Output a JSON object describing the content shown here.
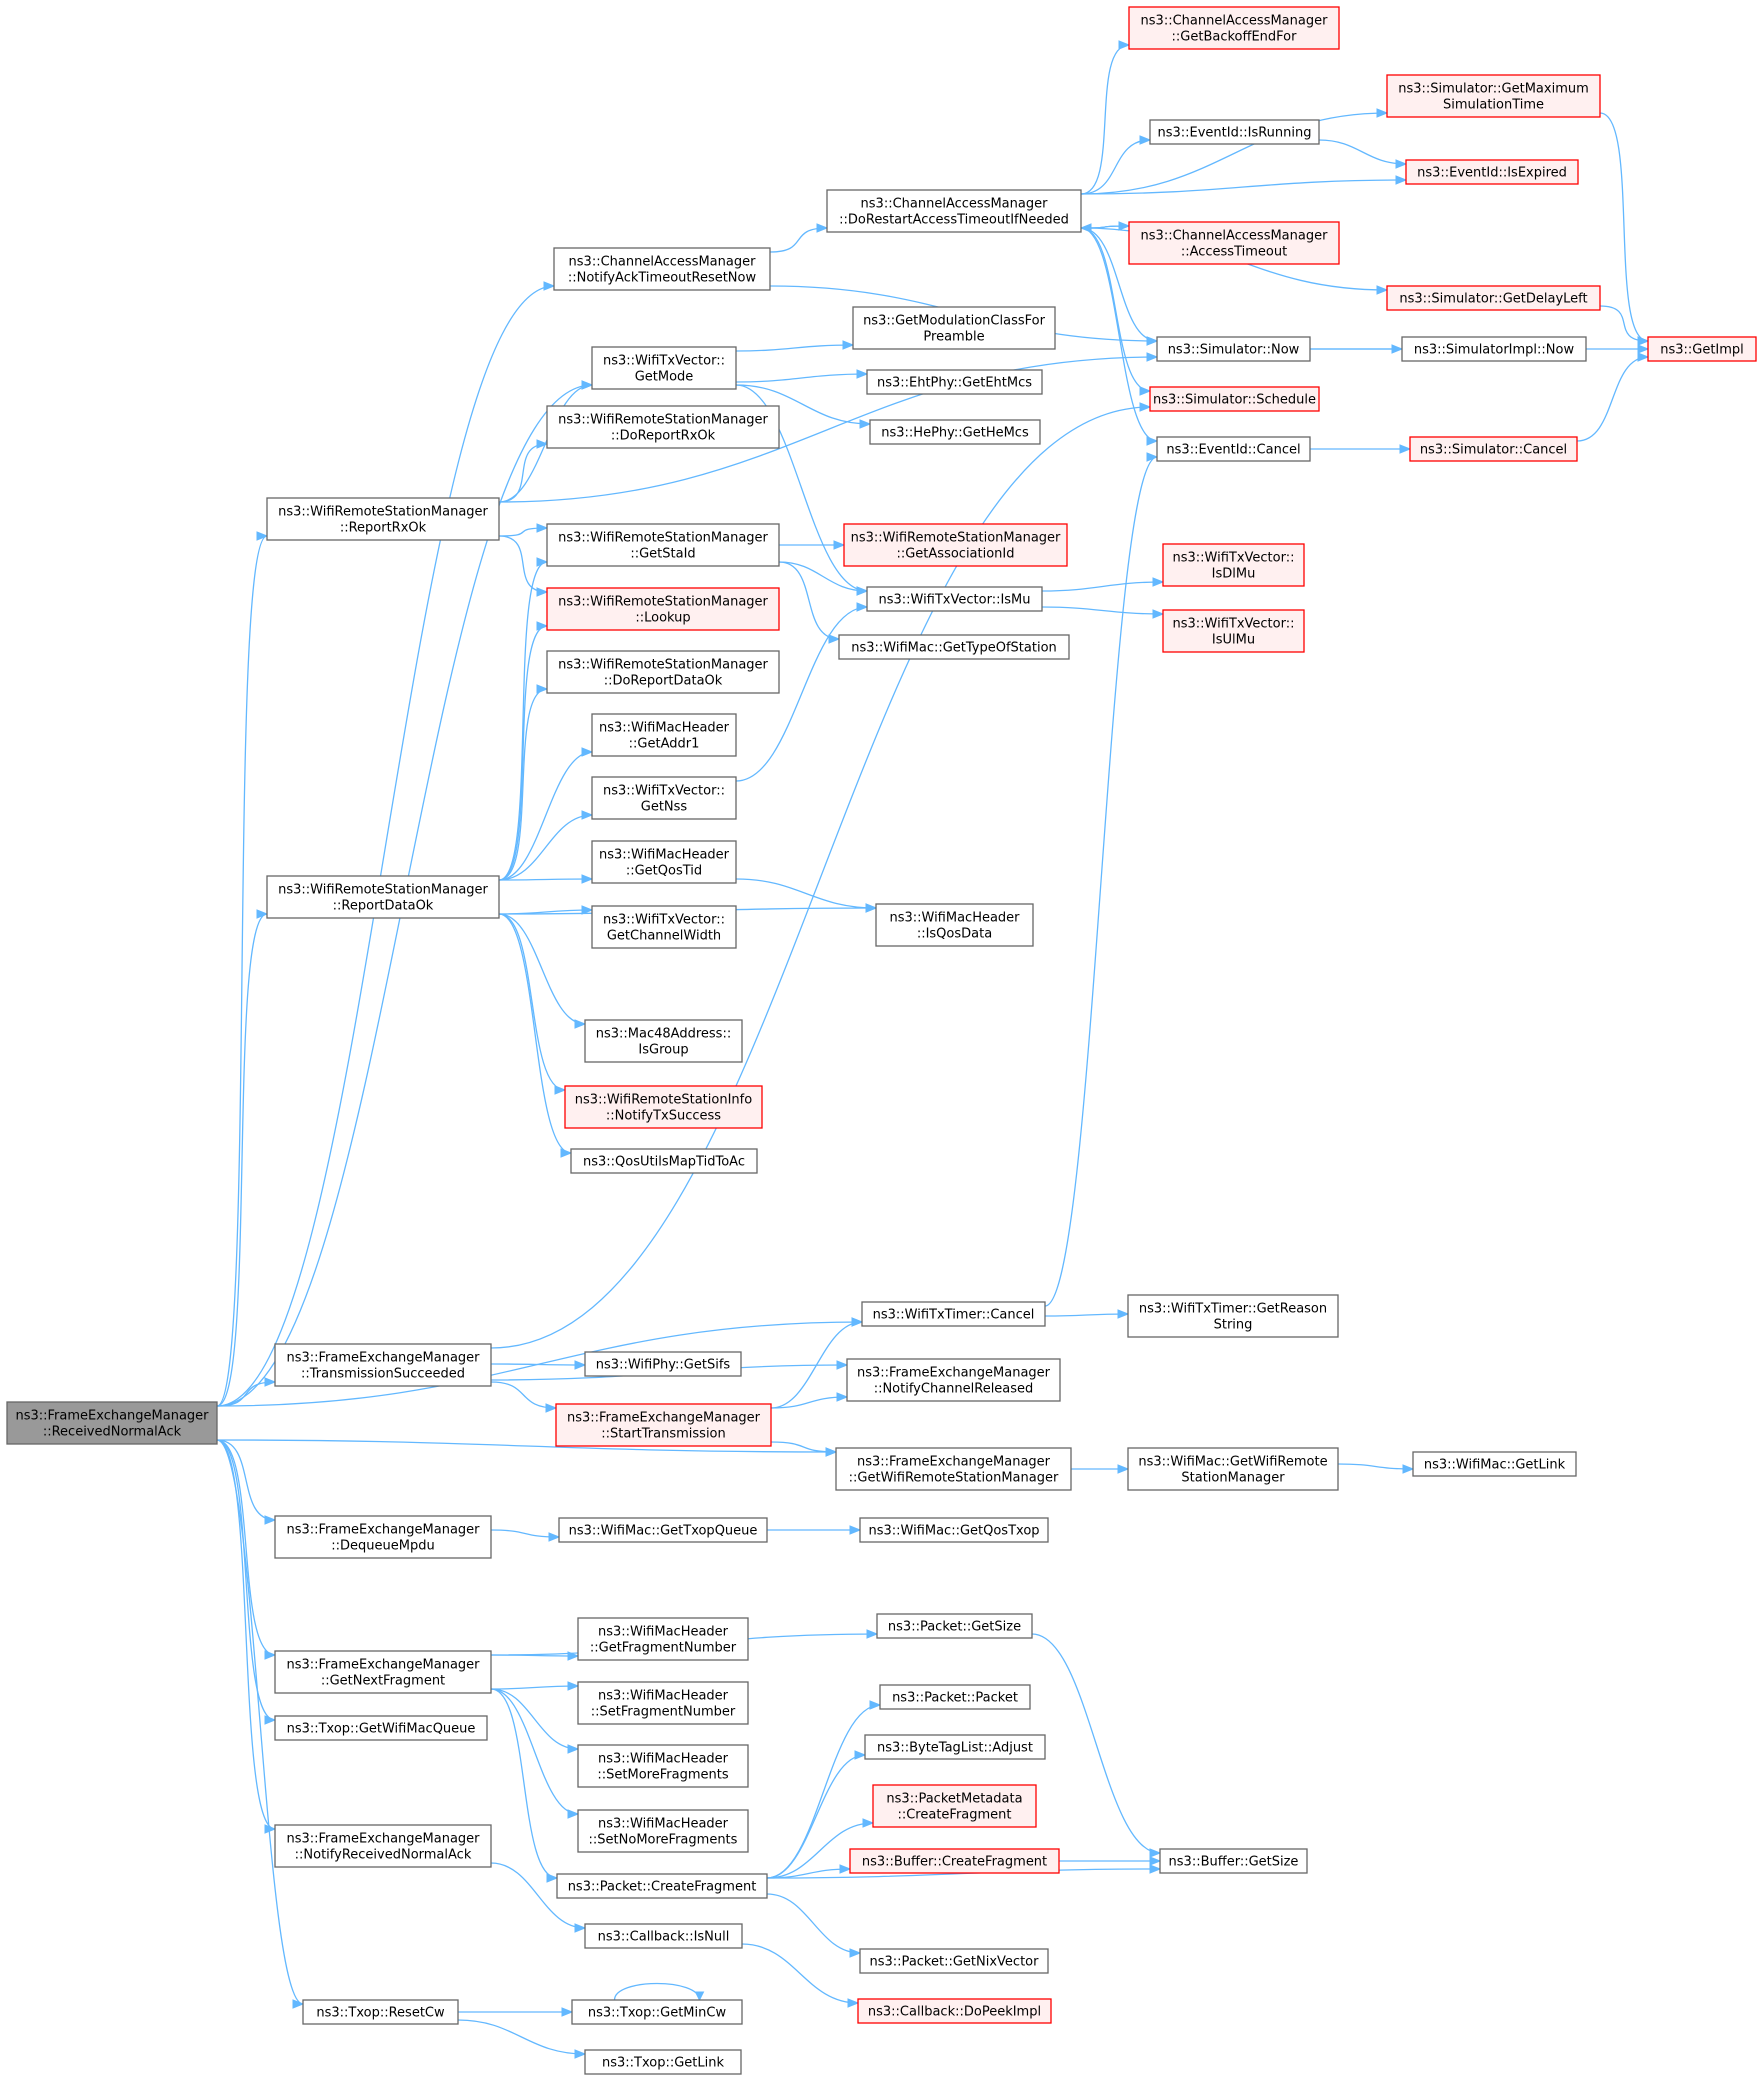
{
  "nodes": {
    "root": {
      "lines": [
        "ns3::FrameExchangeManager",
        "::ReceivedNormalAck"
      ],
      "style": "root"
    },
    "notifyAckTimeoutResetNow": {
      "lines": [
        "ns3::ChannelAccessManager",
        "::NotifyAckTimeoutResetNow"
      ],
      "style": "normal"
    },
    "doRestartAccessTimeoutIfNeeded": {
      "lines": [
        "ns3::ChannelAccessManager",
        "::DoRestartAccessTimeoutIfNeeded"
      ],
      "style": "normal"
    },
    "getBackoffEndFor": {
      "lines": [
        "ns3::ChannelAccessManager",
        "::GetBackoffEndFor"
      ],
      "style": "red"
    },
    "getMaximumSimulationTime": {
      "lines": [
        "ns3::Simulator::GetMaximum",
        "SimulationTime"
      ],
      "style": "red"
    },
    "eventIdIsRunning": {
      "lines": [
        "ns3::EventId::IsRunning"
      ],
      "style": "normal"
    },
    "eventIdIsExpired": {
      "lines": [
        "ns3::EventId::IsExpired"
      ],
      "style": "red"
    },
    "accessTimeout": {
      "lines": [
        "ns3::ChannelAccessManager",
        "::AccessTimeout"
      ],
      "style": "red"
    },
    "getDelayLeft": {
      "lines": [
        "ns3::Simulator::GetDelayLeft"
      ],
      "style": "red"
    },
    "getImpl": {
      "lines": [
        "ns3::GetImpl"
      ],
      "style": "red"
    },
    "simulatorNow": {
      "lines": [
        "ns3::Simulator::Now"
      ],
      "style": "normal"
    },
    "simulatorImplNow": {
      "lines": [
        "ns3::SimulatorImpl::Now"
      ],
      "style": "normal"
    },
    "simulatorSchedule": {
      "lines": [
        "ns3::Simulator::Schedule"
      ],
      "style": "red"
    },
    "eventIdCancel": {
      "lines": [
        "ns3::EventId::Cancel"
      ],
      "style": "normal"
    },
    "simulatorCancel": {
      "lines": [
        "ns3::Simulator::Cancel"
      ],
      "style": "red"
    },
    "txVectorGetMode": {
      "lines": [
        "ns3::WifiTxVector::",
        "GetMode"
      ],
      "style": "normal"
    },
    "getModulationClassForPreamble": {
      "lines": [
        "ns3::GetModulationClassFor",
        "Preamble"
      ],
      "style": "normal"
    },
    "getEhtMcs": {
      "lines": [
        "ns3::EhtPhy::GetEhtMcs"
      ],
      "style": "normal"
    },
    "getHeMcs": {
      "lines": [
        "ns3::HePhy::GetHeMcs"
      ],
      "style": "normal"
    },
    "doReportRxOk": {
      "lines": [
        "ns3::WifiRemoteStationManager",
        "::DoReportRxOk"
      ],
      "style": "normal"
    },
    "reportRxOk": {
      "lines": [
        "ns3::WifiRemoteStationManager",
        "::ReportRxOk"
      ],
      "style": "normal"
    },
    "getStaId": {
      "lines": [
        "ns3::WifiRemoteStationManager",
        "::GetStaId"
      ],
      "style": "normal"
    },
    "getAssociationId": {
      "lines": [
        "ns3::WifiRemoteStationManager",
        "::GetAssociationId"
      ],
      "style": "red"
    },
    "txVectorIsMu": {
      "lines": [
        "ns3::WifiTxVector::IsMu"
      ],
      "style": "normal"
    },
    "isDlMu": {
      "lines": [
        "ns3::WifiTxVector::",
        "IsDlMu"
      ],
      "style": "red"
    },
    "isUlMu": {
      "lines": [
        "ns3::WifiTxVector::",
        "IsUlMu"
      ],
      "style": "red"
    },
    "lookup": {
      "lines": [
        "ns3::WifiRemoteStationManager",
        "::Lookup"
      ],
      "style": "red"
    },
    "getTypeOfStation": {
      "lines": [
        "ns3::WifiMac::GetTypeOfStation"
      ],
      "style": "normal"
    },
    "doReportDataOk": {
      "lines": [
        "ns3::WifiRemoteStationManager",
        "::DoReportDataOk"
      ],
      "style": "normal"
    },
    "getAddr1": {
      "lines": [
        "ns3::WifiMacHeader",
        "::GetAddr1"
      ],
      "style": "normal"
    },
    "getNss": {
      "lines": [
        "ns3::WifiTxVector::",
        "GetNss"
      ],
      "style": "normal"
    },
    "getQosTid": {
      "lines": [
        "ns3::WifiMacHeader",
        "::GetQosTid"
      ],
      "style": "normal"
    },
    "reportDataOk": {
      "lines": [
        "ns3::WifiRemoteStationManager",
        "::ReportDataOk"
      ],
      "style": "normal"
    },
    "isQosData": {
      "lines": [
        "ns3::WifiMacHeader",
        "::IsQosData"
      ],
      "style": "normal"
    },
    "getChannelWidth": {
      "lines": [
        "ns3::WifiTxVector::",
        "GetChannelWidth"
      ],
      "style": "normal"
    },
    "isGroup": {
      "lines": [
        "ns3::Mac48Address::",
        "IsGroup"
      ],
      "style": "normal"
    },
    "notifyTxSuccess": {
      "lines": [
        "ns3::WifiRemoteStationInfo",
        "::NotifyTxSuccess"
      ],
      "style": "red"
    },
    "qosUtilsMapTidToAc": {
      "lines": [
        "ns3::QosUtilsMapTidToAc"
      ],
      "style": "normal"
    },
    "txTimerCancel": {
      "lines": [
        "ns3::WifiTxTimer::Cancel"
      ],
      "style": "normal"
    },
    "getReasonString": {
      "lines": [
        "ns3::WifiTxTimer::GetReason",
        "String"
      ],
      "style": "normal"
    },
    "transmissionSucceeded": {
      "lines": [
        "ns3::FrameExchangeManager",
        "::TransmissionSucceeded"
      ],
      "style": "normal"
    },
    "getSifs": {
      "lines": [
        "ns3::WifiPhy::GetSifs"
      ],
      "style": "normal"
    },
    "notifyChannelReleased": {
      "lines": [
        "ns3::FrameExchangeManager",
        "::NotifyChannelReleased"
      ],
      "style": "normal"
    },
    "startTransmission": {
      "lines": [
        "ns3::FrameExchangeManager",
        "::StartTransmission"
      ],
      "style": "red"
    },
    "getWifiRemoteStationManager": {
      "lines": [
        "ns3::FrameExchangeManager",
        "::GetWifiRemoteStationManager"
      ],
      "style": "normal"
    },
    "macGetWifiRemoteStationManager": {
      "lines": [
        "ns3::WifiMac::GetWifiRemote",
        "StationManager"
      ],
      "style": "normal"
    },
    "macGetLink": {
      "lines": [
        "ns3::WifiMac::GetLink"
      ],
      "style": "normal"
    },
    "dequeueMpdu": {
      "lines": [
        "ns3::FrameExchangeManager",
        "::DequeueMpdu"
      ],
      "style": "normal"
    },
    "getTxopQueue": {
      "lines": [
        "ns3::WifiMac::GetTxopQueue"
      ],
      "style": "normal"
    },
    "getQosTxop": {
      "lines": [
        "ns3::WifiMac::GetQosTxop"
      ],
      "style": "normal"
    },
    "packetGetSize": {
      "lines": [
        "ns3::Packet::GetSize"
      ],
      "style": "normal"
    },
    "getFragmentNumber": {
      "lines": [
        "ns3::WifiMacHeader",
        "::GetFragmentNumber"
      ],
      "style": "normal"
    },
    "getNextFragment": {
      "lines": [
        "ns3::FrameExchangeManager",
        "::GetNextFragment"
      ],
      "style": "normal"
    },
    "setFragmentNumber": {
      "lines": [
        "ns3::WifiMacHeader",
        "::SetFragmentNumber"
      ],
      "style": "normal"
    },
    "getWifiMacQueue": {
      "lines": [
        "ns3::Txop::GetWifiMacQueue"
      ],
      "style": "normal"
    },
    "setMoreFragments": {
      "lines": [
        "ns3::WifiMacHeader",
        "::SetMoreFragments"
      ],
      "style": "normal"
    },
    "setNoMoreFragments": {
      "lines": [
        "ns3::WifiMacHeader",
        "::SetNoMoreFragments"
      ],
      "style": "normal"
    },
    "packetPacket": {
      "lines": [
        "ns3::Packet::Packet"
      ],
      "style": "normal"
    },
    "byteTagListAdjust": {
      "lines": [
        "ns3::ByteTagList::Adjust"
      ],
      "style": "normal"
    },
    "packetMetadataCreateFragment": {
      "lines": [
        "ns3::PacketMetadata",
        "::CreateFragment"
      ],
      "style": "red"
    },
    "notifyReceivedNormalAck": {
      "lines": [
        "ns3::FrameExchangeManager",
        "::NotifyReceivedNormalAck"
      ],
      "style": "normal"
    },
    "bufferCreateFragment": {
      "lines": [
        "ns3::Buffer::CreateFragment"
      ],
      "style": "red"
    },
    "bufferGetSize": {
      "lines": [
        "ns3::Buffer::GetSize"
      ],
      "style": "normal"
    },
    "packetCreateFragment": {
      "lines": [
        "ns3::Packet::CreateFragment"
      ],
      "style": "normal"
    },
    "callbackIsNull": {
      "lines": [
        "ns3::Callback::IsNull"
      ],
      "style": "normal"
    },
    "getNixVector": {
      "lines": [
        "ns3::Packet::GetNixVector"
      ],
      "style": "normal"
    },
    "doPeekImpl": {
      "lines": [
        "ns3::Callback::DoPeekImpl"
      ],
      "style": "red"
    },
    "resetCw": {
      "lines": [
        "ns3::Txop::ResetCw"
      ],
      "style": "normal"
    },
    "getMinCw": {
      "lines": [
        "ns3::Txop::GetMinCw"
      ],
      "style": "normal"
    },
    "txopGetLink": {
      "lines": [
        "ns3::Txop::GetLink"
      ],
      "style": "normal"
    }
  },
  "edges": [
    [
      "root",
      "notifyAckTimeoutResetNow"
    ],
    [
      "root",
      "txVectorGetMode"
    ],
    [
      "root",
      "reportRxOk"
    ],
    [
      "root",
      "reportDataOk"
    ],
    [
      "root",
      "txTimerCancel"
    ],
    [
      "root",
      "transmissionSucceeded"
    ],
    [
      "root",
      "getWifiRemoteStationManager"
    ],
    [
      "root",
      "dequeueMpdu"
    ],
    [
      "root",
      "getNextFragment"
    ],
    [
      "root",
      "getWifiMacQueue"
    ],
    [
      "root",
      "notifyReceivedNormalAck"
    ],
    [
      "root",
      "resetCw"
    ],
    [
      "notifyAckTimeoutResetNow",
      "doRestartAccessTimeoutIfNeeded"
    ],
    [
      "notifyAckTimeoutResetNow",
      "simulatorNow"
    ],
    [
      "doRestartAccessTimeoutIfNeeded",
      "getBackoffEndFor"
    ],
    [
      "doRestartAccessTimeoutIfNeeded",
      "getMaximumSimulationTime"
    ],
    [
      "doRestartAccessTimeoutIfNeeded",
      "eventIdIsRunning"
    ],
    [
      "doRestartAccessTimeoutIfNeeded",
      "eventIdIsExpired"
    ],
    [
      "doRestartAccessTimeoutIfNeeded",
      "accessTimeout"
    ],
    [
      "doRestartAccessTimeoutIfNeeded",
      "getDelayLeft"
    ],
    [
      "doRestartAccessTimeoutIfNeeded",
      "simulatorNow"
    ],
    [
      "doRestartAccessTimeoutIfNeeded",
      "simulatorSchedule"
    ],
    [
      "doRestartAccessTimeoutIfNeeded",
      "eventIdCancel"
    ],
    [
      "accessTimeout",
      "doRestartAccessTimeoutIfNeeded"
    ],
    [
      "getMaximumSimulationTime",
      "getImpl"
    ],
    [
      "eventIdIsRunning",
      "eventIdIsExpired"
    ],
    [
      "getDelayLeft",
      "getImpl"
    ],
    [
      "simulatorNow",
      "simulatorImplNow"
    ],
    [
      "simulatorNow",
      "getImpl"
    ],
    [
      "eventIdCancel",
      "simulatorCancel"
    ],
    [
      "simulatorCancel",
      "getImpl"
    ],
    [
      "txVectorGetMode",
      "getModulationClassForPreamble"
    ],
    [
      "txVectorGetMode",
      "getEhtMcs"
    ],
    [
      "txVectorGetMode",
      "getHeMcs"
    ],
    [
      "txVectorGetMode",
      "txVectorIsMu"
    ],
    [
      "reportRxOk",
      "txVectorGetMode"
    ],
    [
      "reportRxOk",
      "doReportRxOk"
    ],
    [
      "reportRxOk",
      "simulatorNow"
    ],
    [
      "reportRxOk",
      "getStaId"
    ],
    [
      "reportRxOk",
      "lookup"
    ],
    [
      "getStaId",
      "getAssociationId"
    ],
    [
      "getStaId",
      "txVectorIsMu"
    ],
    [
      "getStaId",
      "getTypeOfStation"
    ],
    [
      "txVectorIsMu",
      "isDlMu"
    ],
    [
      "txVectorIsMu",
      "isUlMu"
    ],
    [
      "reportDataOk",
      "getStaId"
    ],
    [
      "reportDataOk",
      "lookup"
    ],
    [
      "reportDataOk",
      "doReportDataOk"
    ],
    [
      "reportDataOk",
      "getAddr1"
    ],
    [
      "reportDataOk",
      "getNss"
    ],
    [
      "reportDataOk",
      "getQosTid"
    ],
    [
      "reportDataOk",
      "getChannelWidth"
    ],
    [
      "reportDataOk",
      "isQosData"
    ],
    [
      "reportDataOk",
      "isGroup"
    ],
    [
      "reportDataOk",
      "notifyTxSuccess"
    ],
    [
      "reportDataOk",
      "qosUtilsMapTidToAc"
    ],
    [
      "getNss",
      "txVectorIsMu"
    ],
    [
      "getQosTid",
      "isQosData"
    ],
    [
      "txTimerCancel",
      "eventIdCancel"
    ],
    [
      "txTimerCancel",
      "getReasonString"
    ],
    [
      "transmissionSucceeded",
      "simulatorSchedule"
    ],
    [
      "transmissionSucceeded",
      "getSifs"
    ],
    [
      "transmissionSucceeded",
      "notifyChannelReleased"
    ],
    [
      "transmissionSucceeded",
      "startTransmission"
    ],
    [
      "startTransmission",
      "txTimerCancel"
    ],
    [
      "startTransmission",
      "notifyChannelReleased"
    ],
    [
      "startTransmission",
      "getWifiRemoteStationManager"
    ],
    [
      "getWifiRemoteStationManager",
      "macGetWifiRemoteStationManager"
    ],
    [
      "macGetWifiRemoteStationManager",
      "macGetLink"
    ],
    [
      "dequeueMpdu",
      "getTxopQueue"
    ],
    [
      "getTxopQueue",
      "getQosTxop"
    ],
    [
      "getNextFragment",
      "packetGetSize"
    ],
    [
      "getNextFragment",
      "getFragmentNumber"
    ],
    [
      "getNextFragment",
      "setFragmentNumber"
    ],
    [
      "getNextFragment",
      "setMoreFragments"
    ],
    [
      "getNextFragment",
      "setNoMoreFragments"
    ],
    [
      "getNextFragment",
      "packetCreateFragment"
    ],
    [
      "packetGetSize",
      "bufferGetSize"
    ],
    [
      "packetCreateFragment",
      "packetPacket"
    ],
    [
      "packetCreateFragment",
      "byteTagListAdjust"
    ],
    [
      "packetCreateFragment",
      "packetMetadataCreateFragment"
    ],
    [
      "packetCreateFragment",
      "bufferCreateFragment"
    ],
    [
      "packetCreateFragment",
      "bufferGetSize"
    ],
    [
      "packetCreateFragment",
      "getNixVector"
    ],
    [
      "bufferCreateFragment",
      "bufferGetSize"
    ],
    [
      "notifyReceivedNormalAck",
      "callbackIsNull"
    ],
    [
      "callbackIsNull",
      "doPeekImpl"
    ],
    [
      "resetCw",
      "getMinCw"
    ],
    [
      "resetCw",
      "txopGetLink"
    ],
    [
      "getMinCw",
      "getMinCw"
    ]
  ]
}
